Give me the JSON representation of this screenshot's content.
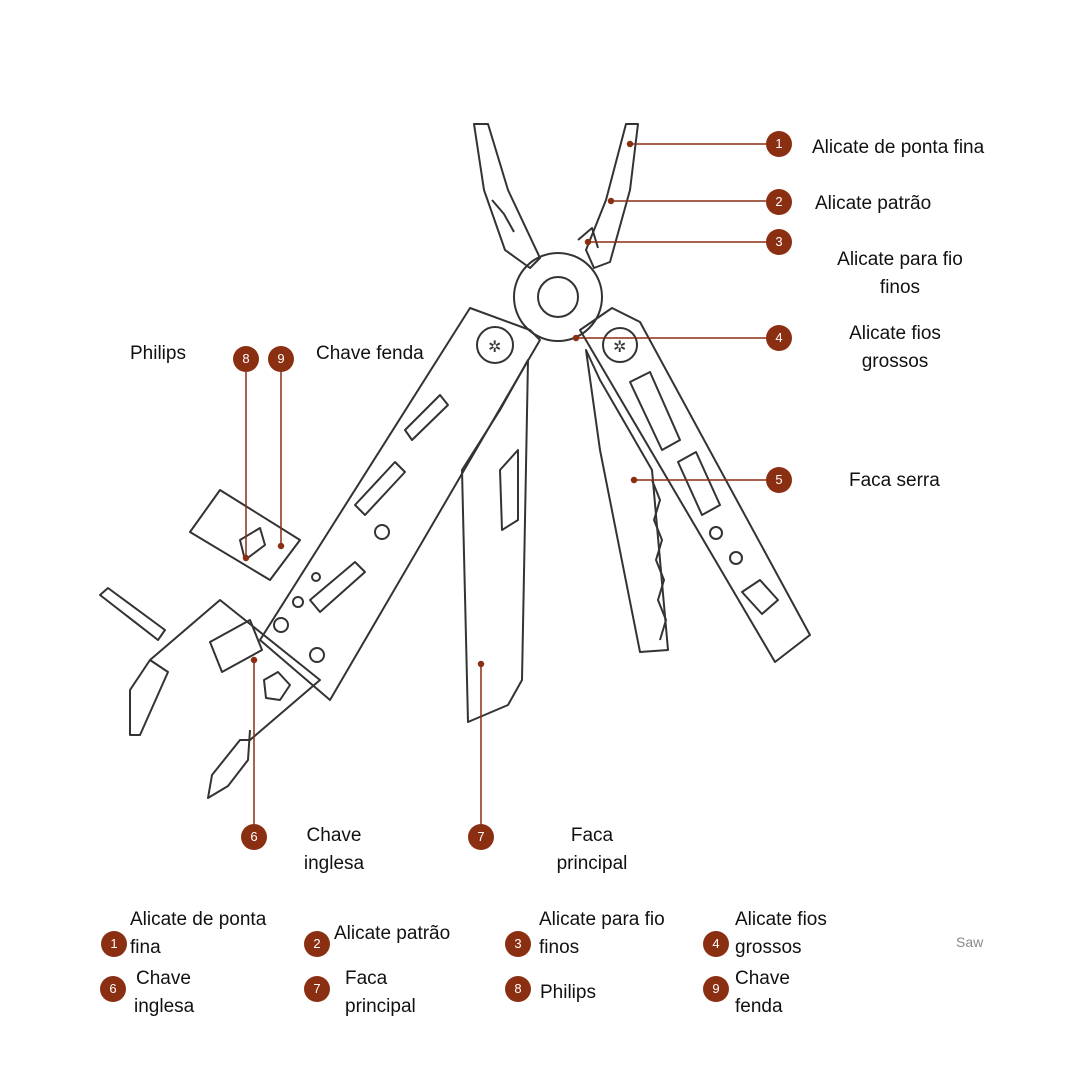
{
  "callouts": [
    {
      "num": "1",
      "label": "Alicate de ponta fina"
    },
    {
      "num": "2",
      "label": "Alicate patrão"
    },
    {
      "num": "3",
      "label": "Alicate para fio finos"
    },
    {
      "num": "4",
      "label": "Alicate fios grossos"
    },
    {
      "num": "5",
      "label": "Faca serra"
    },
    {
      "num": "6",
      "label": "Chave inglesa"
    },
    {
      "num": "7",
      "label": "Faca principal"
    },
    {
      "num": "8",
      "label": "Philips"
    },
    {
      "num": "9",
      "label": "Chave fenda"
    }
  ],
  "labels": {
    "l1": "Alicate de ponta fina",
    "l2": "Alicate patrão",
    "l3a": "Alicate para fio",
    "l3b": "finos",
    "l4a": "Alicate fios",
    "l4b": "grossos",
    "l5": "Faca serra",
    "l6a": "Chave",
    "l6b": "inglesa",
    "l7a": "Faca",
    "l7b": "principal",
    "l8": "Philips",
    "l9": "Chave fenda"
  },
  "legend": [
    {
      "num": "1",
      "line1": "Alicate de ponta",
      "line2": "fina"
    },
    {
      "num": "2",
      "line1": "Alicate patrão",
      "line2": ""
    },
    {
      "num": "3",
      "line1": "Alicate para fio",
      "line2": "finos"
    },
    {
      "num": "4",
      "line1": "Alicate fios",
      "line2": "grossos"
    },
    {
      "num": "6",
      "line1": "Chave",
      "line2": "inglesa"
    },
    {
      "num": "7",
      "line1": "Faca",
      "line2": "principal"
    },
    {
      "num": "8",
      "line1": "Philips",
      "line2": ""
    },
    {
      "num": "9",
      "line1": "Chave",
      "line2": "fenda"
    }
  ],
  "extra": {
    "saw": "Saw"
  },
  "colors": {
    "badge": "#8b2f12",
    "line": "#8b2f12",
    "outline": "#333333"
  }
}
